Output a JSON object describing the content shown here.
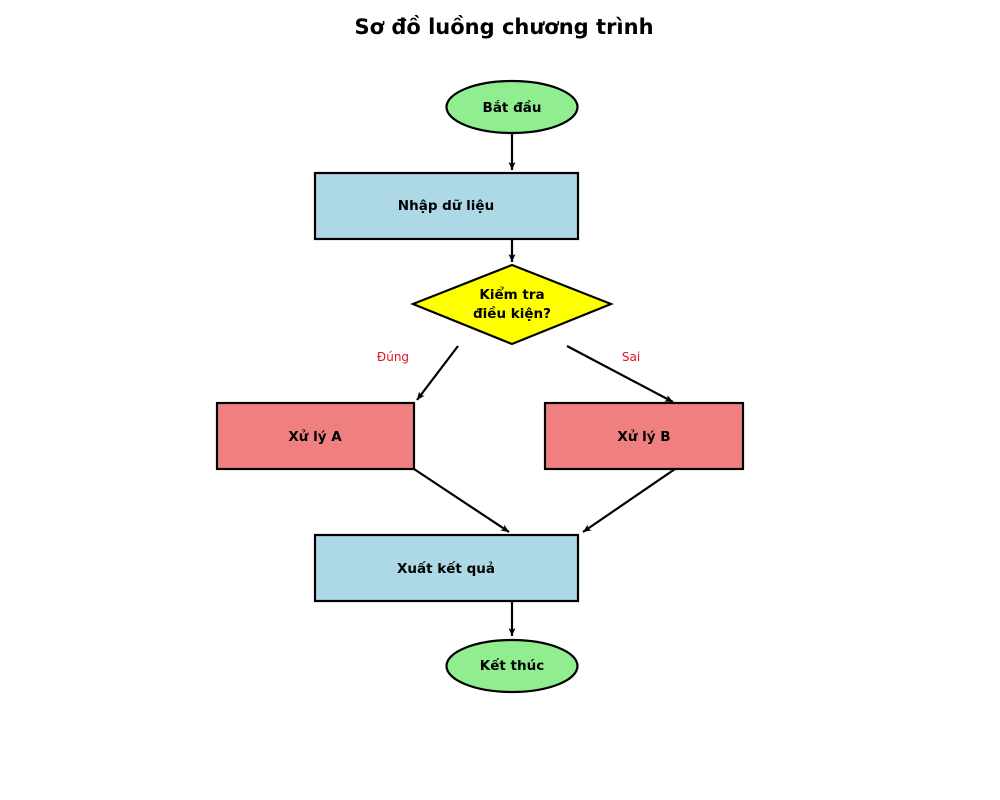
{
  "title": "Sơ đồ luồng chương trình",
  "colors": {
    "terminal_fill": "#90ee90",
    "process_fill": "#add8e6",
    "decision_fill": "#ffff00",
    "branch_fill": "#f08080",
    "edge_label": "#e8101e",
    "stroke": "#000000"
  },
  "nodes": {
    "start": {
      "type": "terminal",
      "label": "Bắt đầu"
    },
    "input": {
      "type": "process",
      "label": "Nhập dữ liệu"
    },
    "check": {
      "type": "decision",
      "label_lines": [
        "Kiểm tra",
        "điều kiện?"
      ]
    },
    "process_a": {
      "type": "process",
      "label": "Xử lý A"
    },
    "process_b": {
      "type": "process",
      "label": "Xử lý B"
    },
    "output": {
      "type": "process",
      "label": "Xuất kết quả"
    },
    "end": {
      "type": "terminal",
      "label": "Kết thúc"
    }
  },
  "edges": [
    {
      "from": "start",
      "to": "input"
    },
    {
      "from": "input",
      "to": "check"
    },
    {
      "from": "check",
      "to": "process_a",
      "label": "Đúng"
    },
    {
      "from": "check",
      "to": "process_b",
      "label": "Sai"
    },
    {
      "from": "process_a",
      "to": "output"
    },
    {
      "from": "process_b",
      "to": "output"
    },
    {
      "from": "output",
      "to": "end"
    }
  ]
}
